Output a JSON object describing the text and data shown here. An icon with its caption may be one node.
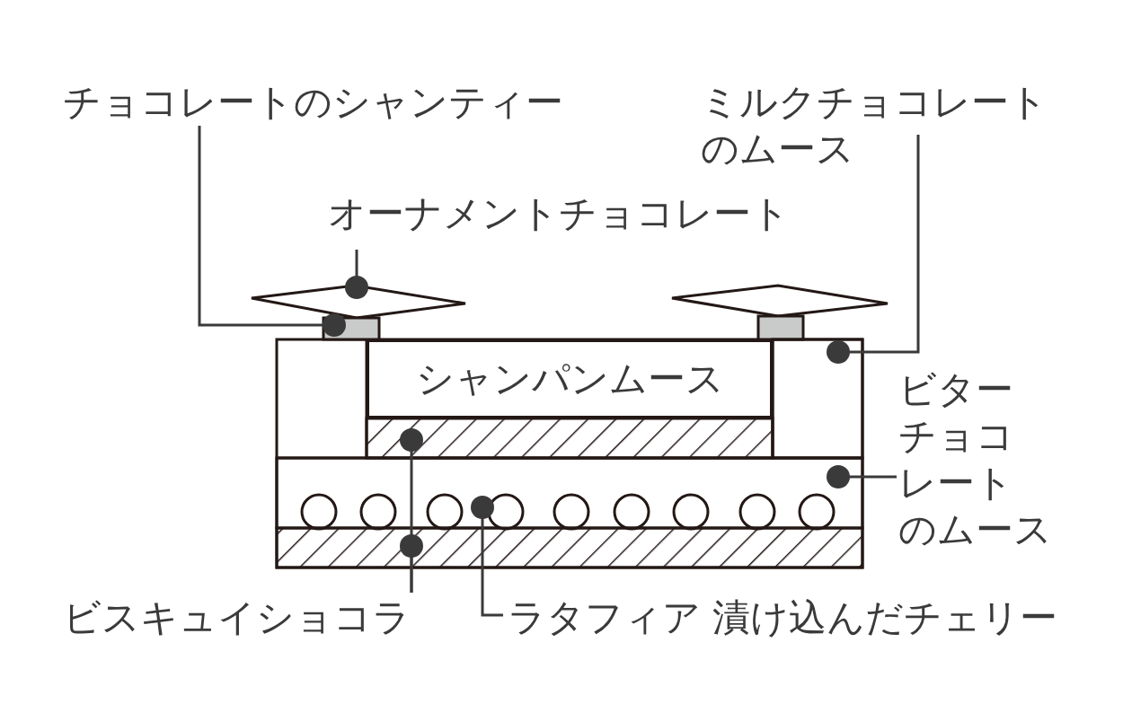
{
  "diagram": {
    "nodes": [
      {
        "text": [
          "チョコレートのシャンティー"
        ]
      },
      {
        "text": [
          "ミルクチョコレートのムース"
        ]
      },
      {
        "text": [
          "オーナメントチョコレート"
        ]
      },
      {
        "text": [
          "シャンパンムース"
        ]
      },
      {
        "text": [
          "ビターチョコレートのムース"
        ]
      },
      {
        "text": [
          "ビスキュイショコラ"
        ]
      },
      {
        "text": [
          "ラタフィア 漬け込んだチェリー"
        ]
      },
      {
        "text": [],
        "shape": "diamond"
      },
      {
        "text": [],
        "shape": "box"
      },
      {
        "text": [],
        "shape": "box"
      },
      {
        "text": [],
        "shape": "box"
      },
      {
        "text": [],
        "shape": "bar"
      },
      {
        "text": [],
        "shape": "bar"
      },
      {
        "text": [],
        "shape": "circle",
        "in": 10
      }
    ],
    "edges": [
      {
        "from": 0,
        "to": 8,
        "arrow": "other"
      },
      {
        "from": 1,
        "to": 9,
        "arrow": "other"
      },
      {
        "from": 2,
        "to": 7,
        "arrow": "other"
      },
      {
        "from": 4,
        "to": 10,
        "arrow": "other"
      },
      {
        "from": 5,
        "to": 11,
        "arrow": "other"
      },
      {
        "from": 5,
        "to": 12,
        "arrow": "other"
      },
      {
        "from": 6,
        "to": 13,
        "arrow": "other"
      }
    ]
  }
}
